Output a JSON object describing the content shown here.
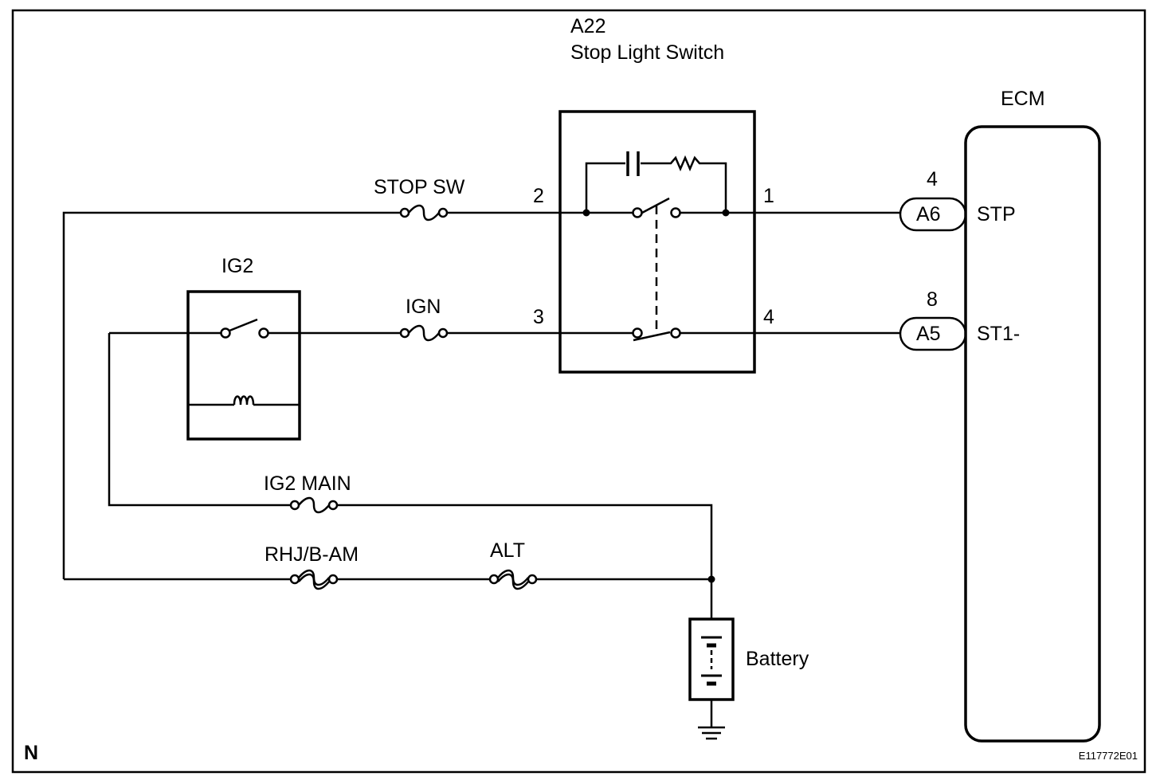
{
  "switch": {
    "ref": "A22",
    "name": "Stop Light Switch",
    "pin_2": "2",
    "pin_1": "1",
    "pin_3": "3",
    "pin_4": "4"
  },
  "ecm": {
    "title": "ECM",
    "stp_pin": "4",
    "stp_connector": "A6",
    "stp_label": "STP",
    "st1_pin": "8",
    "st1_connector": "A5",
    "st1_label": "ST1-"
  },
  "relay": {
    "label": "IG2"
  },
  "fuses": {
    "stop_sw": "STOP SW",
    "ign": "IGN",
    "ig2_main": "IG2 MAIN",
    "rhj_bam": "RHJ/B-AM",
    "alt": "ALT"
  },
  "battery": {
    "label": "Battery"
  },
  "corner": {
    "left": "N",
    "right": "E117772E01"
  }
}
